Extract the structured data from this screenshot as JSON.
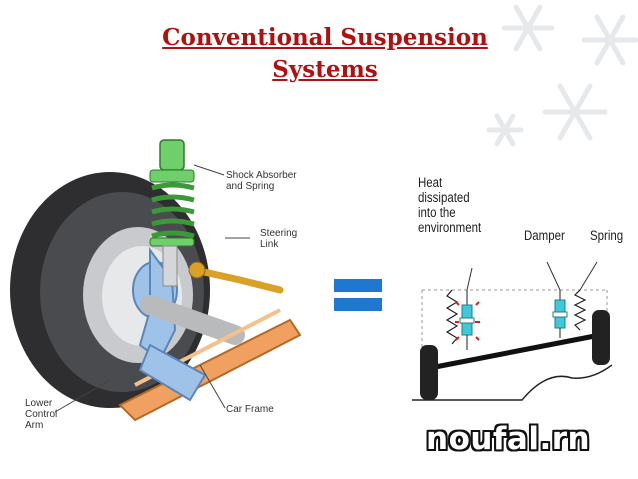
{
  "slide": {
    "title_line1": "Conventional Suspension",
    "title_line2": "Systems"
  },
  "left_diagram": {
    "labels": {
      "shock": [
        "Shock Absorber",
        "and Spring"
      ],
      "steering": [
        "Steering",
        "Link"
      ],
      "lower_arm": [
        "Lower",
        "Control",
        "Arm"
      ],
      "frame": "Car Frame"
    }
  },
  "right_diagram": {
    "labels": {
      "heat": [
        "Heat",
        "dissipated",
        "into the",
        "environment"
      ],
      "damper": "Damper",
      "spring": "Spring"
    }
  },
  "watermark": "noufal.rn",
  "colors": {
    "title": "#b01010",
    "equals": "#1f77d0",
    "spring_green": "#5fbf5a",
    "frame_orange": "#f0a060",
    "hub_blue": "#9fc3e8",
    "damper_cyan": "#3ec8d8"
  }
}
